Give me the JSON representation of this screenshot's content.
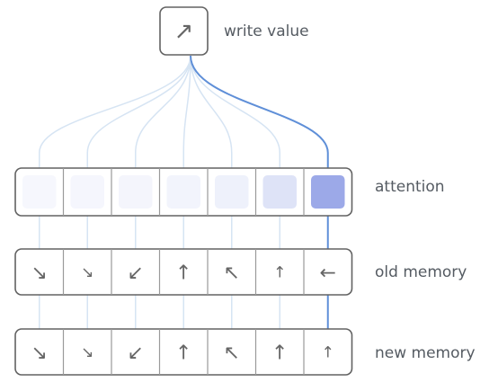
{
  "labels": {
    "write_value": "write value",
    "attention": "attention",
    "old_memory": "old memory",
    "new_memory": "new memory"
  },
  "write_value": {
    "icon": "arrow-up-right-icon",
    "glyph": "↗"
  },
  "attention": {
    "weights": [
      0.03,
      0.04,
      0.05,
      0.06,
      0.09,
      0.22,
      0.75
    ],
    "fill_color": "#7b8de0"
  },
  "old_memory": {
    "icons": [
      "arrow-down-right-icon",
      "arrow-down-right-small-icon",
      "arrow-down-left-icon",
      "arrow-up-icon",
      "arrow-up-left-icon",
      "arrow-up-small-icon",
      "arrow-left-icon"
    ],
    "glyphs": [
      "↘",
      "↘",
      "↙",
      "↑",
      "↖",
      "↑",
      "←"
    ]
  },
  "new_memory": {
    "icons": [
      "arrow-down-right-icon",
      "arrow-down-right-small-icon",
      "arrow-down-left-icon",
      "arrow-up-icon",
      "arrow-up-left-icon",
      "arrow-up-icon",
      "arrow-up-small-icon"
    ],
    "glyphs": [
      "↘",
      "↘",
      "↙",
      "↑",
      "↖",
      "↑",
      "↑"
    ]
  },
  "colors": {
    "highlight_line": "#5f8fd8",
    "faint_line": "#d6e4f3",
    "box_stroke": "#626262",
    "cell_divider": "#9a9a9a",
    "arrow": "#666666"
  }
}
